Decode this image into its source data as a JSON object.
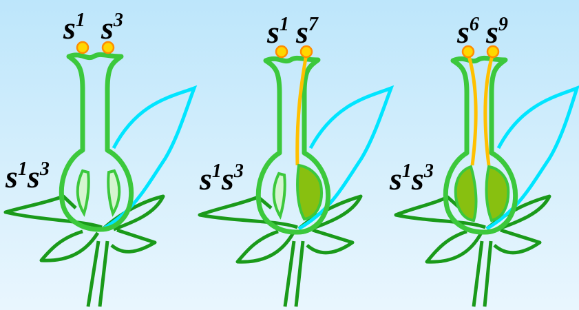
{
  "colors": {
    "background": "#cdeafb",
    "pistil_outline": "#3cc83c",
    "ovule_fill": "#88c010",
    "unfertilized_ovule": "#d6f5d0",
    "pollen_grain": "#ffd700",
    "pollen_tube": "#ffc000",
    "petal": "#00e5ff",
    "sepals_stem": "#1a9a1a"
  },
  "flowers": [
    {
      "pollen_labels": [
        {
          "base": "s",
          "sup": "1"
        },
        {
          "base": "s",
          "sup": "3"
        }
      ],
      "maternal_label": {
        "a": "s",
        "a_sup": "1",
        "b": "s",
        "b_sup": "3"
      },
      "tubes_grown": "none"
    },
    {
      "pollen_labels": [
        {
          "base": "s",
          "sup": "1"
        },
        {
          "base": "s",
          "sup": "7"
        }
      ],
      "maternal_label": {
        "a": "s",
        "a_sup": "1",
        "b": "s",
        "b_sup": "3"
      },
      "tubes_grown": "right"
    },
    {
      "pollen_labels": [
        {
          "base": "s",
          "sup": "6"
        },
        {
          "base": "s",
          "sup": "9"
        }
      ],
      "maternal_label": {
        "a": "s",
        "a_sup": "1",
        "b": "s",
        "b_sup": "3"
      },
      "tubes_grown": "both"
    }
  ]
}
